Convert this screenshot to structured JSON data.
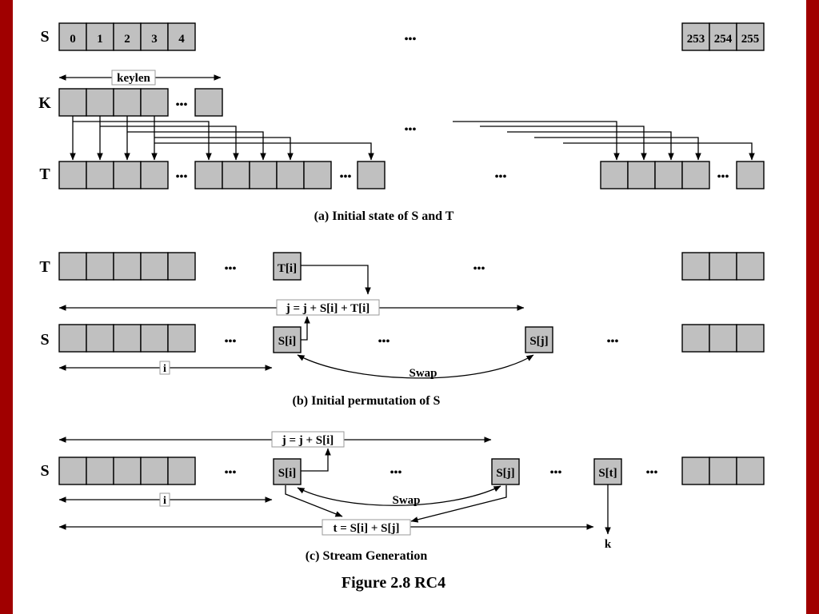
{
  "colors": {
    "frame": "#a00000",
    "background": "#ffffff",
    "cell_fill": "#c0c0c0",
    "stroke": "#000000"
  },
  "figure_title": "Figure 2.8   RC4",
  "ellipsis": "•••",
  "panel_a": {
    "caption": "(a) Initial state of S and T",
    "s_label": "S",
    "k_label": "K",
    "t_label": "T",
    "s_first_indices": [
      "0",
      "1",
      "2",
      "3",
      "4"
    ],
    "s_last_indices": [
      "253",
      "254",
      "255"
    ],
    "keylen_label": "keylen"
  },
  "panel_b": {
    "caption": "(b) Initial permutation of S",
    "t_label": "T",
    "s_label": "S",
    "t_i_label": "T[i]",
    "s_i_label": "S[i]",
    "s_j_label": "S[j]",
    "update_formula": "j = j + S[i] + T[i]",
    "i_label": "i",
    "swap_label": "Swap"
  },
  "panel_c": {
    "caption": "(c) Stream Generation",
    "s_label": "S",
    "s_i_label": "S[i]",
    "s_j_label": "S[j]",
    "s_t_label": "S[t]",
    "update_formula": "j = j + S[i]",
    "t_formula": "t = S[i] + S[j]",
    "i_label": "i",
    "swap_label": "Swap",
    "k_label": "k"
  }
}
